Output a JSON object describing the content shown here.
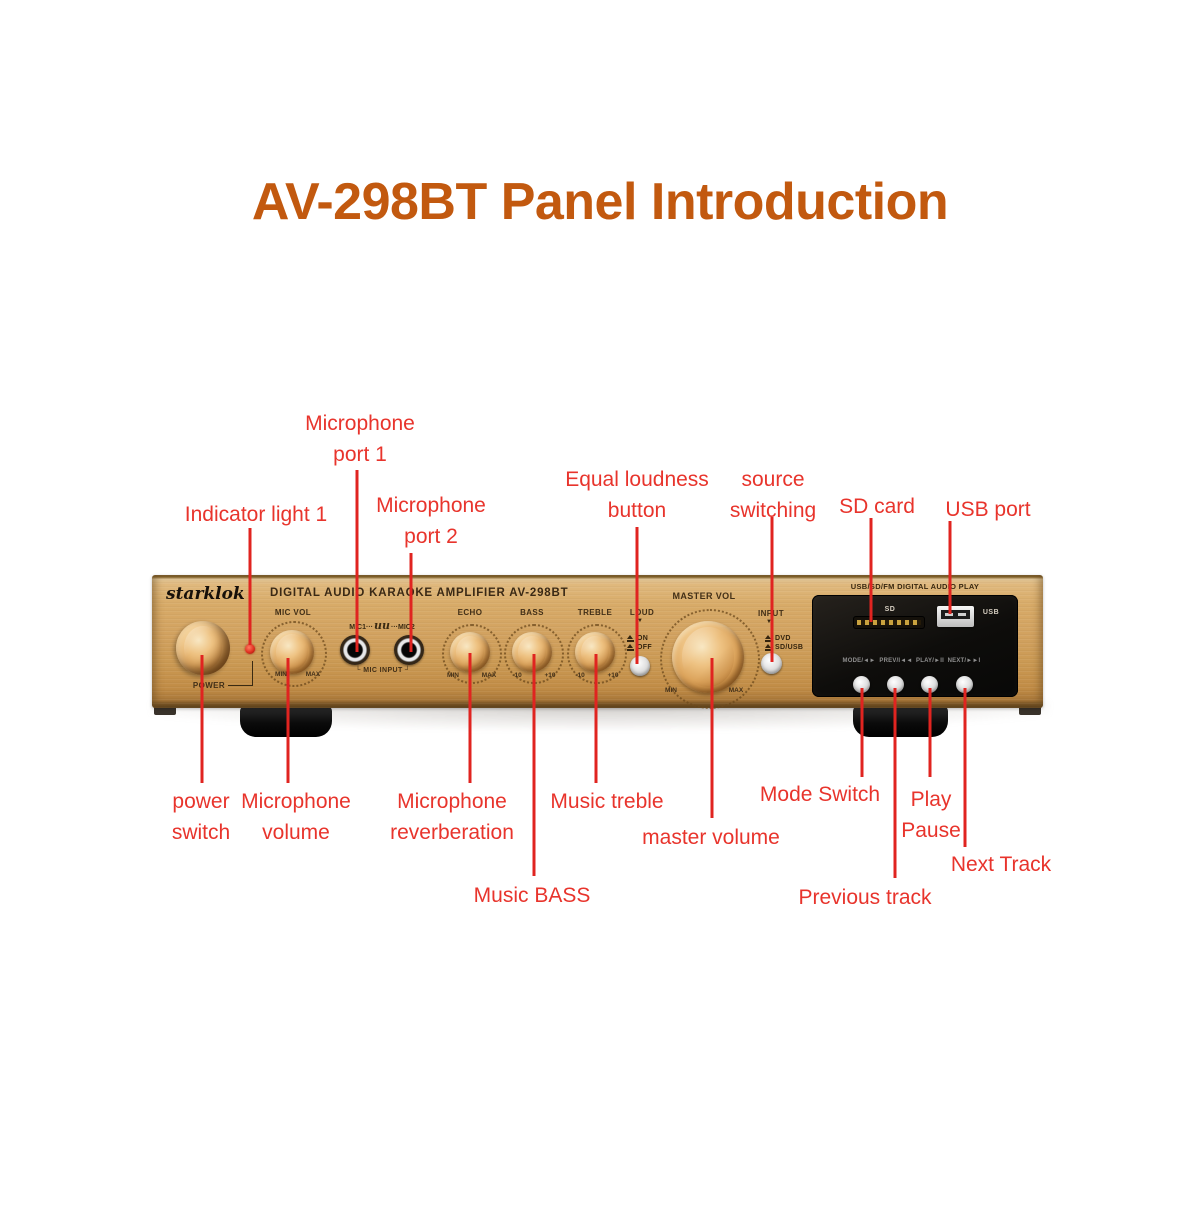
{
  "title": {
    "text": "AV-298BT Panel Introduction"
  },
  "colors": {
    "title": "#c2590f",
    "callout_text": "#e8342c",
    "callout_line": "#e02420",
    "panel_gold": "#d2a260",
    "display_black": "#12100d"
  },
  "amplifier": {
    "brand": "starklok",
    "model_line": "DIGITAL AUDIO KARAOKE AMPLIFIER  AV-298BT",
    "power": {
      "label": "POWER"
    },
    "mic_vol": {
      "label": "MIC VOL",
      "min": "MIN",
      "max": "MAX"
    },
    "mic_ports": {
      "left": "MIC1···",
      "script": "uu",
      "right": "···MIC2",
      "input_label": "└ MIC INPUT ┘"
    },
    "echo": {
      "label": "ECHO",
      "min": "MIN",
      "max": "MAX"
    },
    "bass": {
      "label": "BASS",
      "min": "-10",
      "max": "+10"
    },
    "treble": {
      "label": "TREBLE",
      "min": "-10",
      "max": "+10"
    },
    "loud": {
      "label": "LOUD",
      "arrow": "▼",
      "on": "ON",
      "off": "OFF"
    },
    "master": {
      "label": "MASTER VOL",
      "min": "MIN",
      "max": "MAX"
    },
    "input": {
      "label": "INPUT",
      "arrow": "▼",
      "opt1": "DVD",
      "opt2": "SD/USB"
    },
    "display": {
      "header": "USB/SD/FM DIGITAL AUDIO PLAY",
      "sd": "SD",
      "usb": "USB",
      "buttons": [
        {
          "label": "MODE/◄►"
        },
        {
          "label": "PREV/I◄◄"
        },
        {
          "label": "PLAY/►II"
        },
        {
          "label": "NEXT/►►I"
        }
      ]
    }
  },
  "callouts": [
    {
      "id": "indicator-light-1",
      "text": "Indicator light 1"
    },
    {
      "id": "microphone-port-1",
      "text": "Microphone\nport 1"
    },
    {
      "id": "microphone-port-2",
      "text": "Microphone\nport 2"
    },
    {
      "id": "equal-loudness-button",
      "text": "Equal loudness\nbutton"
    },
    {
      "id": "source-switching",
      "text": "source\nswitching"
    },
    {
      "id": "sd-card",
      "text": "SD card"
    },
    {
      "id": "usb-port",
      "text": "USB port"
    },
    {
      "id": "power-switch",
      "text": "power\nswitch"
    },
    {
      "id": "microphone-volume",
      "text": "Microphone\nvolume"
    },
    {
      "id": "microphone-reverberation",
      "text": "Microphone\nreverberation"
    },
    {
      "id": "music-treble",
      "text": "Music treble"
    },
    {
      "id": "music-bass",
      "text": "Music BASS"
    },
    {
      "id": "master-volume",
      "text": "master volume"
    },
    {
      "id": "mode-switch",
      "text": "Mode Switch"
    },
    {
      "id": "previous-track",
      "text": "Previous track"
    },
    {
      "id": "play-pause",
      "text": "Play\nPause"
    },
    {
      "id": "next-track",
      "text": "Next Track"
    }
  ]
}
